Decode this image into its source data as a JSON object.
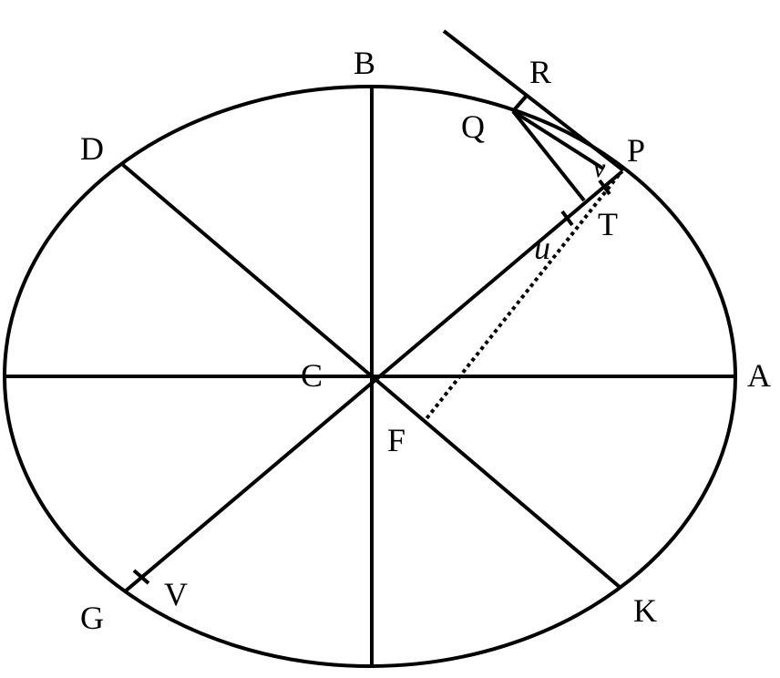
{
  "diagram": {
    "points": {
      "A": "A",
      "B": "B",
      "C": "C",
      "D": "D",
      "F": "F",
      "G": "G",
      "K": "K",
      "P": "P",
      "Q": "Q",
      "R": "R",
      "T": "T",
      "V": "V",
      "u": "u",
      "v": "v"
    },
    "colors": {
      "ink": "#000000",
      "paper": "#ffffff"
    }
  }
}
